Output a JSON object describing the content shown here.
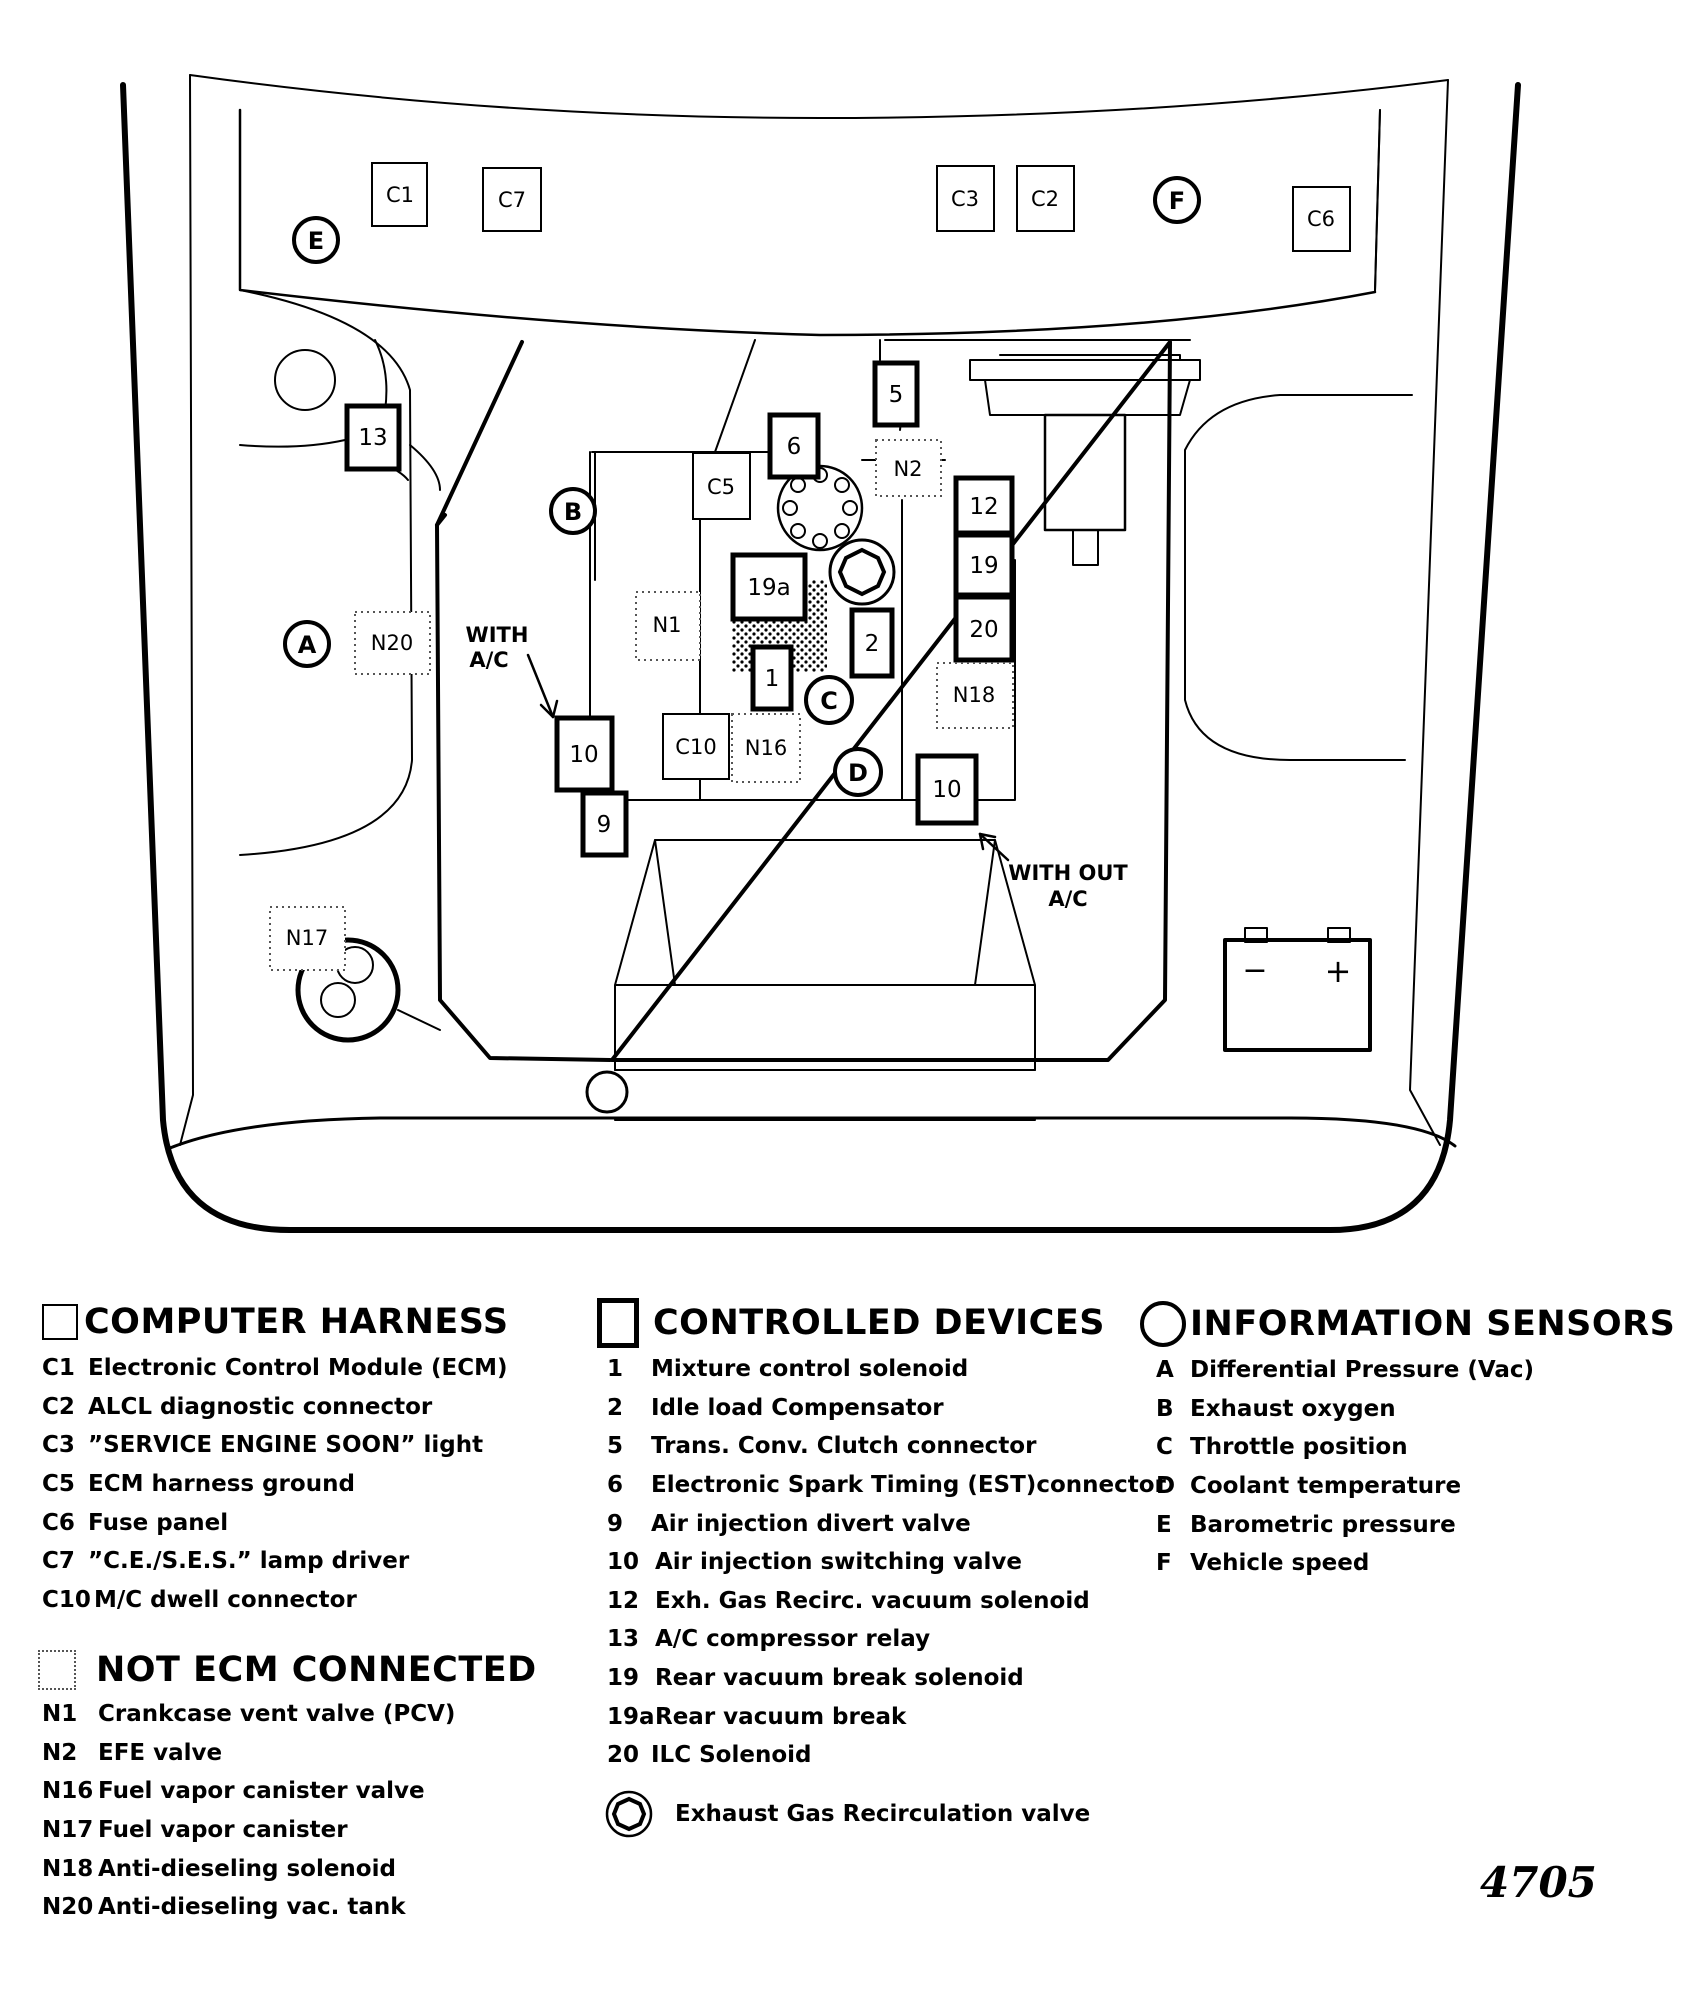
{
  "diagram": {
    "harness": [
      "C1",
      "C7",
      "C3",
      "C2",
      "C6",
      "C5",
      "C10"
    ],
    "devices": [
      "13",
      "5",
      "6",
      "12",
      "19",
      "19a",
      "20",
      "2",
      "1",
      "10",
      "9",
      "10"
    ],
    "sensors": [
      "E",
      "F",
      "B",
      "A",
      "C",
      "D"
    ],
    "not_ecm": [
      "N2",
      "N20",
      "N1",
      "N18",
      "N16",
      "N17"
    ],
    "notes": {
      "with_ac_1": "WITH",
      "with_ac_2": "A/C",
      "without_ac_1": "WITH OUT",
      "without_ac_2": "A/C"
    },
    "battery": {
      "minus": "−",
      "plus": "+"
    }
  },
  "legend": {
    "computer_harness": {
      "title": "COMPUTER HARNESS",
      "items": [
        {
          "code": "C1",
          "text": "Electronic Control Module (ECM)"
        },
        {
          "code": "C2",
          "text": "ALCL diagnostic connector"
        },
        {
          "code": "C3",
          "text": "”SERVICE ENGINE SOON” light"
        },
        {
          "code": "C5",
          "text": "ECM harness ground"
        },
        {
          "code": "C6",
          "text": "Fuse panel"
        },
        {
          "code": "C7",
          "text": "”C.E./S.E.S.” lamp driver"
        },
        {
          "code": "C10",
          "text": "M/C dwell connector"
        }
      ]
    },
    "not_ecm_connected": {
      "title": "NOT ECM CONNECTED",
      "items": [
        {
          "code": "N1",
          "text": "Crankcase vent valve (PCV)"
        },
        {
          "code": "N2",
          "text": "EFE  valve"
        },
        {
          "code": "N16",
          "text": "Fuel vapor canister valve"
        },
        {
          "code": "N17",
          "text": "Fuel vapor canister"
        },
        {
          "code": "N18",
          "text": "Anti-dieseling solenoid"
        },
        {
          "code": "N20",
          "text": "Anti-dieseling vac. tank"
        }
      ]
    },
    "controlled_devices": {
      "title": "CONTROLLED DEVICES",
      "items": [
        {
          "code": "1",
          "text": "Mixture control solenoid"
        },
        {
          "code": "2",
          "text": "Idle load Compensator"
        },
        {
          "code": "5",
          "text": "Trans. Conv. Clutch connector"
        },
        {
          "code": "6",
          "text": "Electronic Spark Timing (EST)connector"
        },
        {
          "code": "9",
          "text": "Air  injection divert  valve"
        },
        {
          "code": "10",
          "text": "Air  injection switching valve"
        },
        {
          "code": "12",
          "text": "Exh. Gas Recirc. vacuum solenoid"
        },
        {
          "code": "13",
          "text": "A/C compressor relay"
        },
        {
          "code": "19",
          "text": "Rear vacuum break solenoid"
        },
        {
          "code": "19a",
          "text": "Rear vacuum break"
        },
        {
          "code": "20",
          "text": "ILC Solenoid"
        }
      ],
      "egr": "Exhaust Gas Recirculation valve"
    },
    "information_sensors": {
      "title": "INFORMATION SENSORS",
      "items": [
        {
          "code": "A",
          "text": "Differential Pressure (Vac)"
        },
        {
          "code": "B",
          "text": "Exhaust oxygen"
        },
        {
          "code": "C",
          "text": "Throttle position"
        },
        {
          "code": "D",
          "text": "Coolant temperature"
        },
        {
          "code": "E",
          "text": "Barometric pressure"
        },
        {
          "code": "F",
          "text": "Vehicle speed"
        }
      ]
    }
  },
  "figure_number": "4705"
}
